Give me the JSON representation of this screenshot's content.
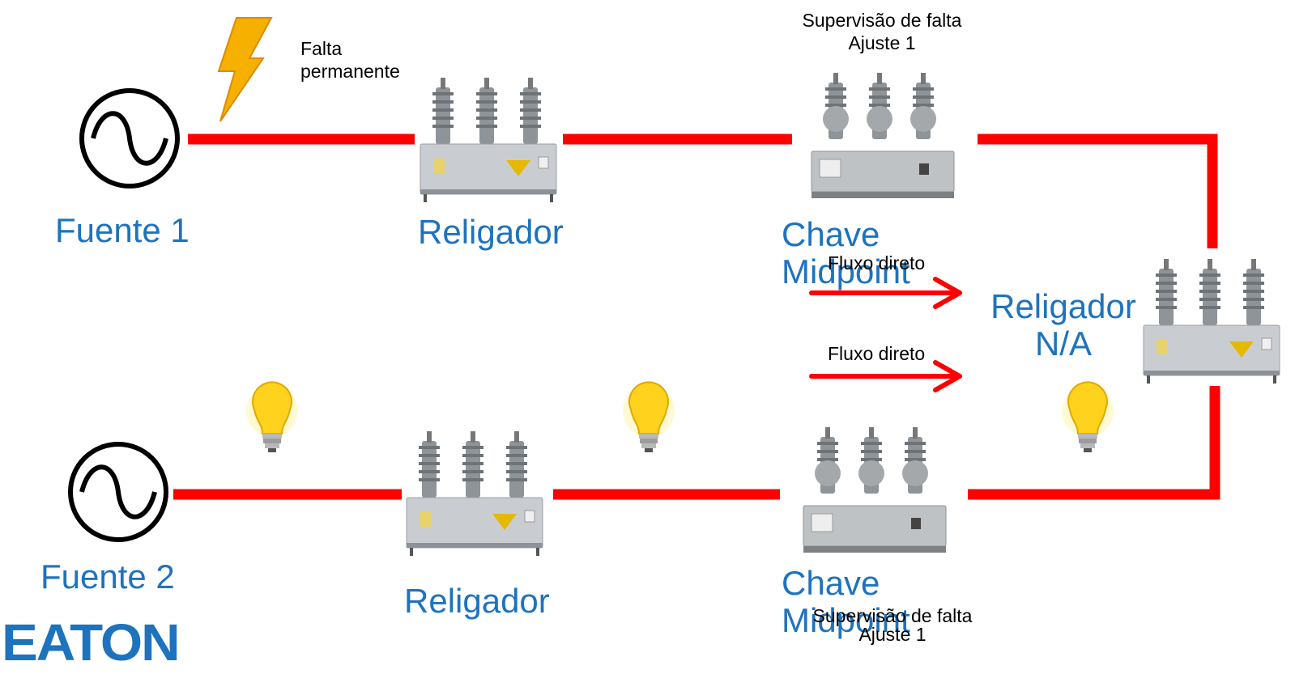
{
  "fault": {
    "label_line1": "Falta",
    "label_line2": "permanente"
  },
  "top_row": {
    "source": "Fuente 1",
    "recloser": "Religador",
    "switch_line1": "Chave",
    "switch_line2": "Midpoint",
    "supervision_line1": "Supervisão de falta",
    "supervision_line2": "Ajuste 1"
  },
  "bottom_row": {
    "source": "Fuente 2",
    "recloser": "Religador",
    "switch_line1": "Chave",
    "switch_line2": "Midpoint",
    "supervision_line1": "Supervisão de falta",
    "supervision_line2": "Ajuste 1"
  },
  "tie_recloser": {
    "line1": "Religador",
    "line2": "N/A"
  },
  "flow_upper": "Fluxo direto",
  "flow_lower": "Fluxo direto",
  "logo_text": "EATON",
  "colors": {
    "line": "#ff0000",
    "label_blue": "#1e73be",
    "bulb": "#ffd21e",
    "bolt": "#f5b000"
  }
}
